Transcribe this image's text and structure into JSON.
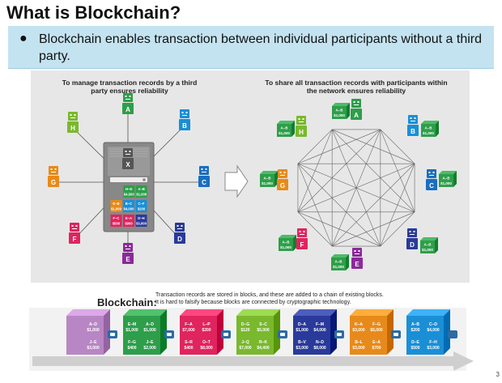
{
  "slide": {
    "title": "What is Blockchain?",
    "bullet": "Blockchain enables transaction between individual participants without a third party.",
    "page_number": "3"
  },
  "left_panel": {
    "title": "To manage transaction records by a third party ensures reliability",
    "center_label": "X",
    "ledger_rows": [
      [
        {
          "top": "H–D",
          "bottom": "$4,500",
          "color": "#2e9e4a"
        },
        {
          "top": "A–B",
          "bottom": "$1,000",
          "color": "#2e9e4a"
        }
      ],
      [
        {
          "top": "E–B",
          "bottom": "$1,000",
          "color": "#e88a1a"
        },
        {
          "top": "B–C",
          "bottom": "$4,000",
          "color": "#1a8fd6"
        },
        {
          "top": "C–F",
          "bottom": "$200",
          "color": "#1a8fd6"
        }
      ],
      [
        {
          "top": "F–C",
          "bottom": "$500",
          "color": "#e0245e"
        },
        {
          "top": "E–A",
          "bottom": "$900",
          "color": "#e0245e"
        },
        {
          "top": "D–H",
          "bottom": "$3,000",
          "color": "#2a3a9a"
        }
      ]
    ],
    "nodes": [
      {
        "label": "A",
        "color": "#2e9e4a"
      },
      {
        "label": "B",
        "color": "#1a8fd6"
      },
      {
        "label": "C",
        "color": "#1a6fc0"
      },
      {
        "label": "D",
        "color": "#2a3a9a"
      },
      {
        "label": "E",
        "color": "#8b2a9a"
      },
      {
        "label": "F",
        "color": "#e0245e"
      },
      {
        "label": "G",
        "color": "#e88a1a"
      },
      {
        "label": "H",
        "color": "#7ab82e"
      }
    ]
  },
  "right_panel": {
    "title": "To share all transaction records with participants within the network ensures reliability",
    "block_top": "A–B",
    "block_bottom": "$1,000"
  },
  "blockchain": {
    "label": "Blockchain:",
    "description_line1": "Transaction records are stored in blocks, and these are added to a chain of existing blocks.",
    "description_line2": "It is hard to falsify because blocks are connected by cryptographic technology.",
    "blocks": [
      {
        "color": "#b886c4",
        "cells": [
          [
            "",
            ""
          ],
          [
            "A–D",
            "$1,000"
          ],
          [
            "",
            ""
          ],
          [
            "J–E",
            "$3,000"
          ]
        ]
      },
      {
        "color": "#2e9e4a",
        "cells": [
          [
            "E–M",
            "$1,000"
          ],
          [
            "A–D",
            "$1,000"
          ],
          [
            "F–G",
            "$400"
          ],
          [
            "J–E",
            "$2,000"
          ]
        ]
      },
      {
        "color": "#e0245e",
        "cells": [
          [
            "F–A",
            "$7,000"
          ],
          [
            "L–P",
            "$200"
          ],
          [
            "S–R",
            "$400"
          ],
          [
            "O–T",
            "$8,000"
          ]
        ]
      },
      {
        "color": "#7ab82e",
        "cells": [
          [
            "D–G",
            "$120"
          ],
          [
            "S–C",
            "$5,000"
          ],
          [
            "J–Q",
            "$7,000"
          ],
          [
            "R–K",
            "$4,400"
          ]
        ]
      },
      {
        "color": "#2a3a9a",
        "cells": [
          [
            "D–A",
            "$1,000"
          ],
          [
            "F–M",
            "$4,000"
          ],
          [
            "B–V",
            "$3,000"
          ],
          [
            "N–D",
            "$8,000"
          ]
        ]
      },
      {
        "color": "#e88a1a",
        "cells": [
          [
            "K–A",
            "$3,000"
          ],
          [
            "F–G",
            "$6,000"
          ],
          [
            "B–L",
            "$3,000"
          ],
          [
            "E–A",
            "$700"
          ]
        ]
      },
      {
        "color": "#1a8fd6",
        "cells": [
          [
            "A–B",
            "$200"
          ],
          [
            "C–D",
            "$4,000"
          ],
          [
            "D–E",
            "$500"
          ],
          [
            "F–H",
            "$3,000"
          ]
        ]
      }
    ]
  }
}
